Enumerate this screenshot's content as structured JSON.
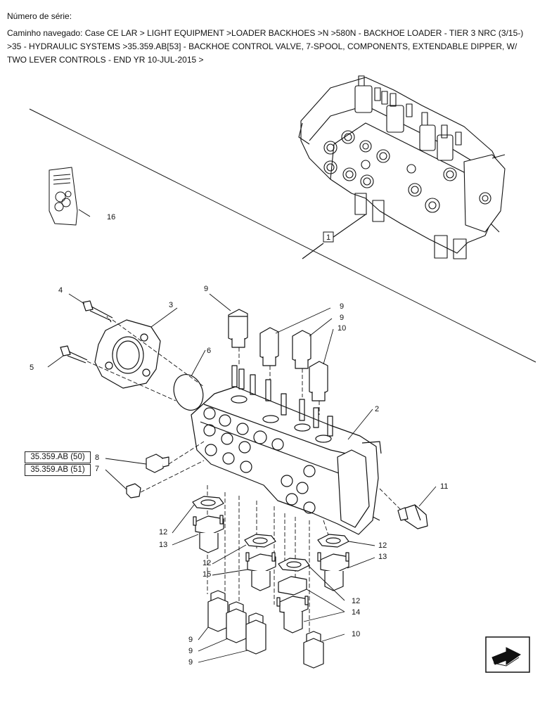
{
  "header": {
    "serial_label": "Número de série:",
    "breadcrumb": "Caminho navegado: Case CE LAR > LIGHT EQUIPMENT >LOADER BACKHOES >N >580N - BACKHOE LOADER - TIER 3 NRC (3/15-) >35 - HYDRAULIC SYSTEMS >35.359.AB[53] - BACKHOE CONTROL VALVE, 7-SPOOL, COMPONENTS, EXTENDABLE DIPPER, W/ TWO LEVER CONTROLS - END YR 10-JUL-2015 >"
  },
  "references": {
    "ref_50": "35.359.AB (50)",
    "ref_51": "35.359.AB (51)"
  },
  "callouts": {
    "c1": "1",
    "c2": "2",
    "c3": "3",
    "c4": "4",
    "c5": "5",
    "c6": "6",
    "c7": "7",
    "c8": "8",
    "c9a": "9",
    "c9b": "9",
    "c9c": "9",
    "c10a": "10",
    "c11": "11",
    "c12a": "12",
    "c13a": "13",
    "c12b": "12",
    "c12c": "12",
    "c15": "15",
    "c13b": "13",
    "c12d": "12",
    "c14": "14",
    "c9d": "9",
    "c9e": "9",
    "c9f": "9",
    "c10b": "10",
    "c16": "16"
  },
  "icons": {
    "nav": "next-page-icon",
    "kit": "seal-kit-icon"
  }
}
